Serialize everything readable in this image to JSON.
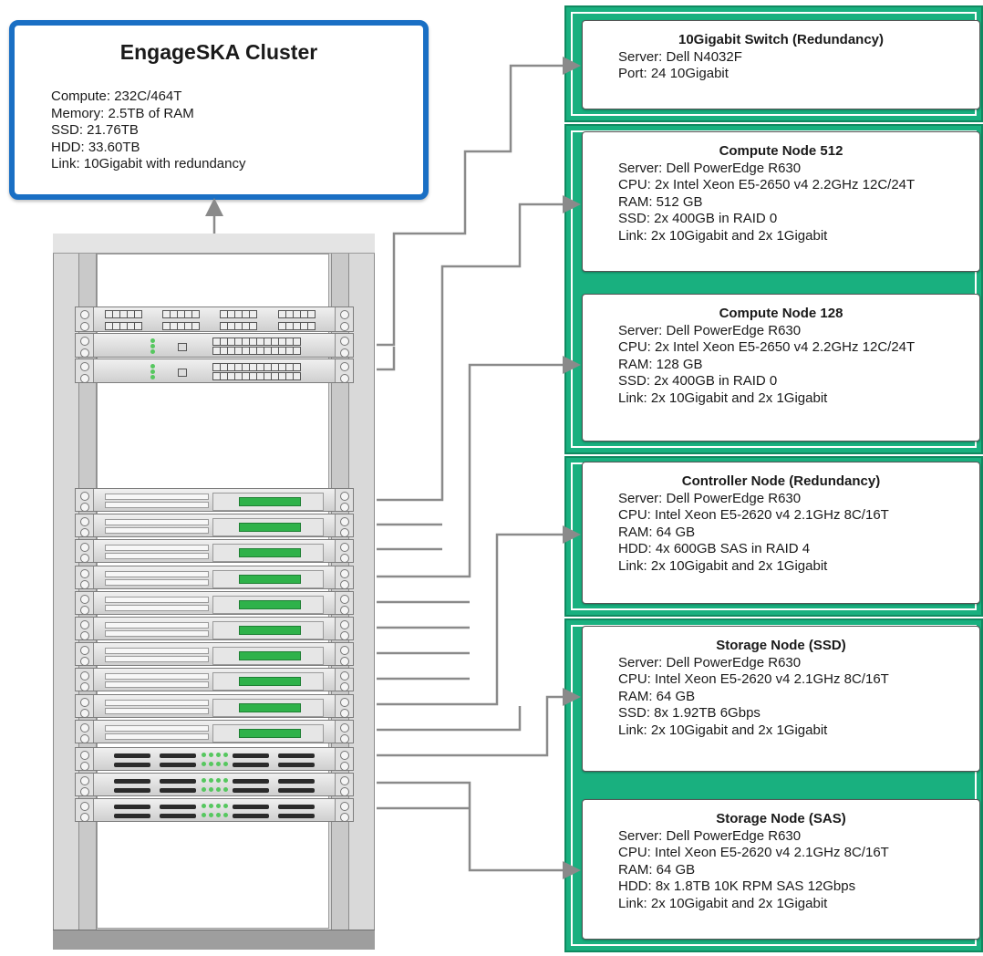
{
  "cluster": {
    "title": "EngageSKA Cluster",
    "lines": [
      "Compute: 232C/464T",
      "Memory: 2.5TB of RAM",
      "SSD: 21.76TB",
      "HDD: 33.60TB",
      "Link: 10Gigabit with redundancy"
    ]
  },
  "nodes": [
    {
      "title": "10Gigabit Switch (Redundancy)",
      "lines": [
        "Server: Dell N4032F",
        "Port: 24 10Gigabit"
      ]
    },
    {
      "title": "Compute Node 512",
      "lines": [
        "Server: Dell PowerEdge R630",
        "CPU: 2x Intel Xeon E5-2650 v4 2.2GHz 12C/24T",
        "RAM: 512 GB",
        "SSD: 2x 400GB in RAID 0",
        "Link: 2x 10Gigabit and 2x 1Gigabit"
      ]
    },
    {
      "title": "Compute Node 128",
      "lines": [
        "Server: Dell PowerEdge R630",
        "CPU: 2x Intel Xeon E5-2650 v4 2.2GHz 12C/24T",
        "RAM: 128 GB",
        "SSD: 2x 400GB in RAID 0",
        "Link: 2x 10Gigabit and 2x 1Gigabit"
      ]
    },
    {
      "title": "Controller Node (Redundancy)",
      "lines": [
        "Server: Dell PowerEdge R630",
        "CPU: Intel Xeon E5-2620 v4 2.1GHz 8C/16T",
        "RAM: 64 GB",
        "HDD: 4x 600GB SAS in RAID 4",
        "Link: 2x 10Gigabit and 2x 1Gigabit"
      ]
    },
    {
      "title": "Storage Node (SSD)",
      "lines": [
        "Server: Dell PowerEdge R630",
        "CPU: Intel Xeon E5-2620 v4 2.1GHz 8C/16T",
        "RAM: 64 GB",
        "SSD: 8x 1.92TB 6Gbps",
        "Link: 2x 10Gigabit and 2x 1Gigabit"
      ]
    },
    {
      "title": "Storage Node (SAS)",
      "lines": [
        "Server: Dell PowerEdge R630",
        "CPU: Intel Xeon E5-2620 v4 2.1GHz 8C/16T",
        "RAM: 64 GB",
        "HDD: 8x 1.8TB 10K RPM SAS 12Gbps",
        "Link: 2x 10Gigabit and 2x 1Gigabit"
      ]
    }
  ],
  "colors": {
    "cluster_border": "#1a6fc4",
    "group_fill": "#19b07f",
    "server_led": "#2fb24a",
    "wire": "#8a8a8a"
  }
}
